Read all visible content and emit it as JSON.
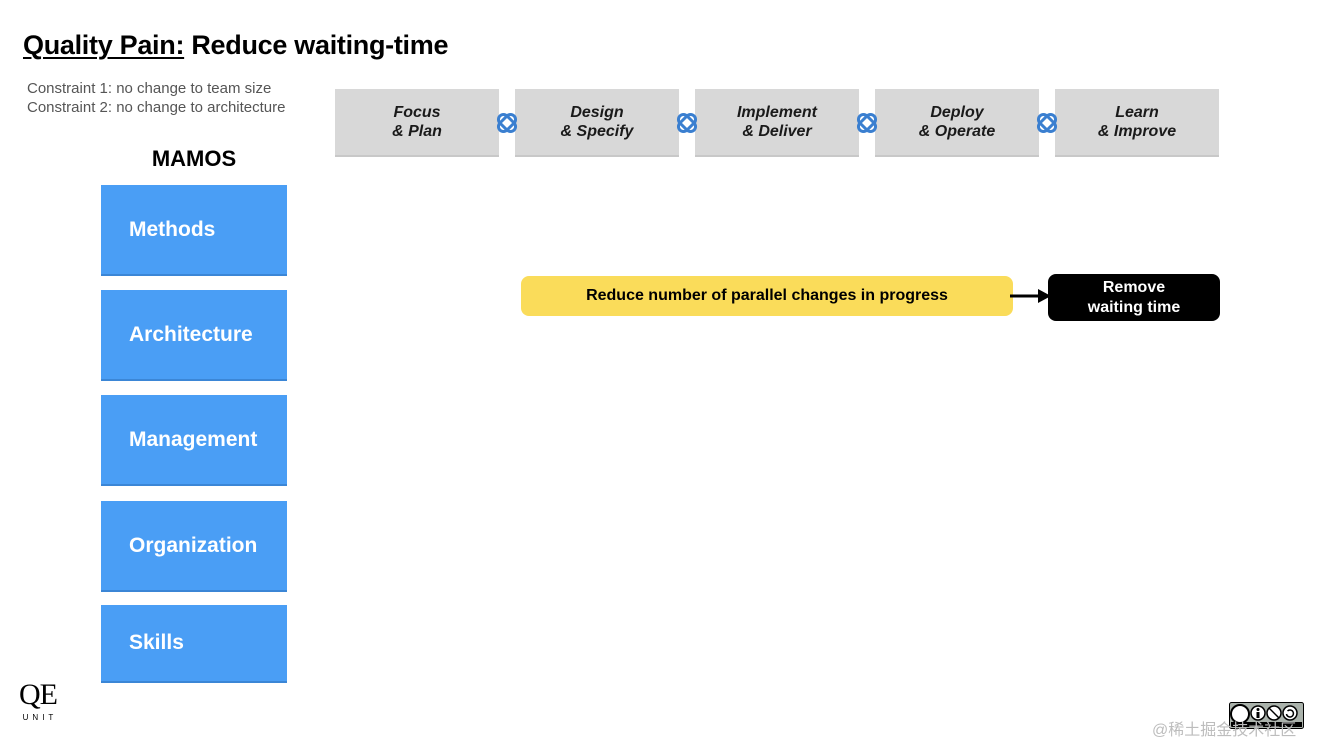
{
  "title": {
    "prefix": "Quality Pain:",
    "rest": " Reduce waiting-time"
  },
  "constraints": [
    "Constraint 1: no change to team size",
    "Constraint 2: no change to architecture"
  ],
  "mamos": {
    "heading": "MAMOS",
    "items": [
      "Methods",
      "Architecture",
      "Management",
      "Organization",
      "Skills"
    ]
  },
  "stages": [
    {
      "line1": "Focus",
      "line2": "& Plan"
    },
    {
      "line1": "Design",
      "line2": "& Specify"
    },
    {
      "line1": "Implement",
      "line2": "& Deliver"
    },
    {
      "line1": "Deploy",
      "line2": "& Operate"
    },
    {
      "line1": "Learn",
      "line2": "& Improve"
    }
  ],
  "flow": {
    "cause": "Reduce number of parallel changes in progress",
    "effect_line1": "Remove",
    "effect_line2": "waiting time"
  },
  "logo": {
    "main": "QE",
    "sub": "UNIT"
  },
  "watermark": "@稀土掘金技术社区",
  "colors": {
    "mamos_blue": "#4a9ef5",
    "stage_gray": "#d8d8d8",
    "cause_yellow": "#fadc5a",
    "effect_black": "#000000",
    "connector_blue": "#3a7fd0"
  },
  "icons": {
    "connector": "chain-link-icon",
    "license": "cc-by-nc-sa-badge"
  }
}
